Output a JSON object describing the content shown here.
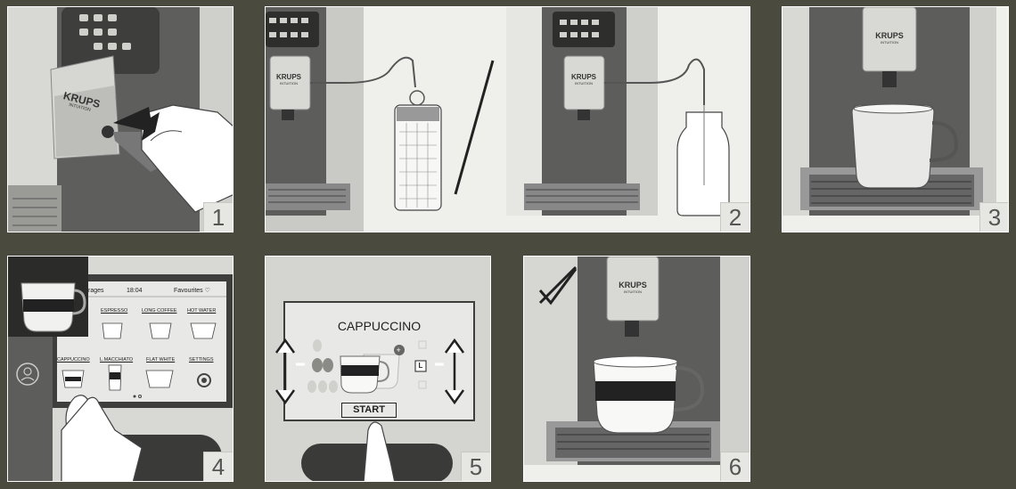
{
  "steps": [
    {
      "number": "1"
    },
    {
      "number": "2"
    },
    {
      "number": "3"
    },
    {
      "number": "4"
    },
    {
      "number": "5"
    },
    {
      "number": "6"
    }
  ],
  "brand": {
    "name": "KRUPS",
    "sub": "INTUITION"
  },
  "screen4": {
    "header_left": "rages",
    "time": "18:04",
    "favourites": "Favourites",
    "drinks": [
      "ESPRESSO",
      "LONG COFFEE",
      "HOT WATER",
      "CAPPUCCINO",
      "L.MACCHIATO",
      "FLAT WHITE",
      "SETTINGS"
    ]
  },
  "screen5": {
    "title": "CAPPUCCINO",
    "start": "START",
    "size": "L"
  },
  "colors": {
    "background": "#4a4a3e",
    "panel": "#f2f2f0",
    "machine": "#5a5a58"
  }
}
